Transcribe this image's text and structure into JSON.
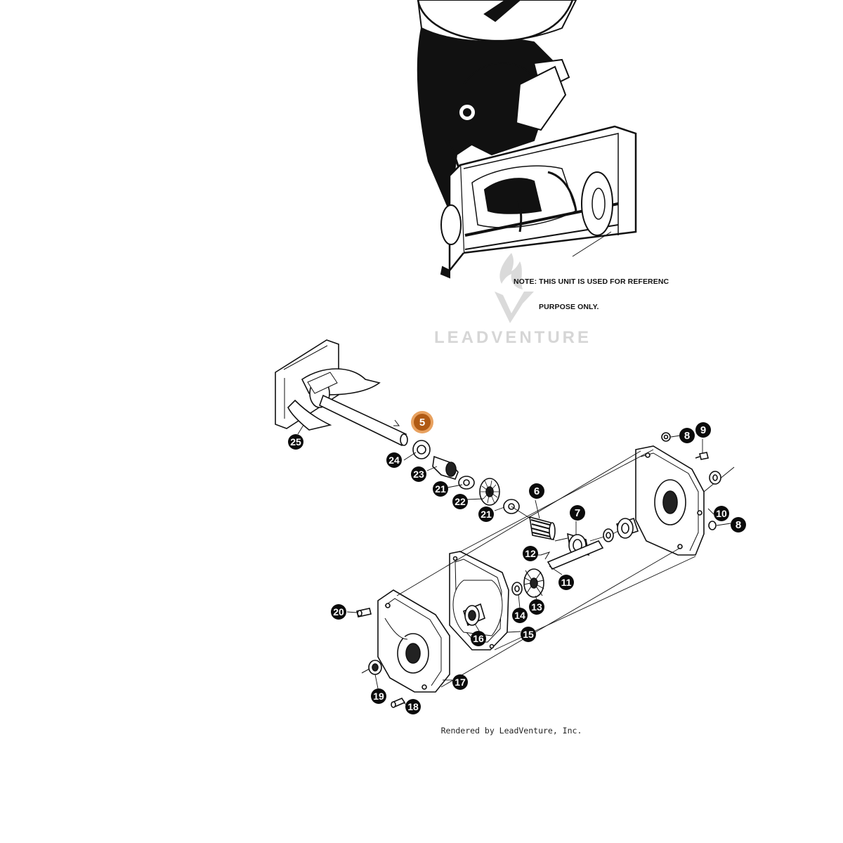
{
  "note": {
    "line1": "NOTE: THIS UNIT IS USED FOR REFERENC",
    "line2": "PURPOSE ONLY."
  },
  "watermark": {
    "text": "LEADVENTURE",
    "icon": "flame-v-logo-icon"
  },
  "footer": "Rendered by LeadVenture, Inc.",
  "colors": {
    "callout_fill": "#0b0b0b",
    "callout_text": "#ffffff",
    "highlight_fill": "#b05a14",
    "highlight_ring": "#e8a15f",
    "line": "#1a1a1a",
    "watermark": "#d6d6d6"
  },
  "callouts": [
    {
      "label": "5",
      "highlighted": true
    },
    {
      "label": "6"
    },
    {
      "label": "7"
    },
    {
      "label": "8"
    },
    {
      "label": "8"
    },
    {
      "label": "9"
    },
    {
      "label": "10"
    },
    {
      "label": "11"
    },
    {
      "label": "12"
    },
    {
      "label": "13"
    },
    {
      "label": "14"
    },
    {
      "label": "15"
    },
    {
      "label": "16"
    },
    {
      "label": "17"
    },
    {
      "label": "18"
    },
    {
      "label": "19"
    },
    {
      "label": "20"
    },
    {
      "label": "21"
    },
    {
      "label": "21"
    },
    {
      "label": "22"
    },
    {
      "label": "23"
    },
    {
      "label": "24"
    },
    {
      "label": "25"
    }
  ]
}
